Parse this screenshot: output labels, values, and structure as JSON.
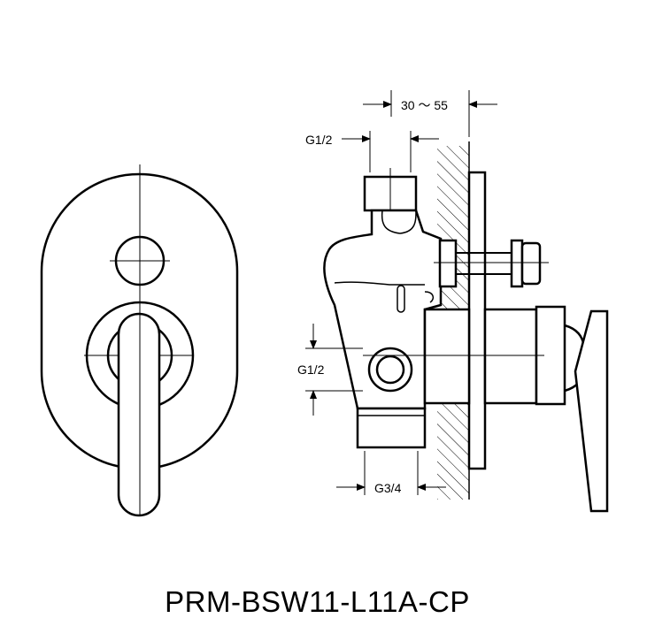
{
  "dimensions": {
    "depth_range": "30 ～ 55",
    "top_inlet": "G1/2",
    "side_inlet": "G1/2",
    "bottom_outlet": "G3/4"
  },
  "product": {
    "model_code": "PRM-BSW11-L11A-CP"
  },
  "colors": {
    "line": "#000000",
    "background": "#ffffff"
  }
}
